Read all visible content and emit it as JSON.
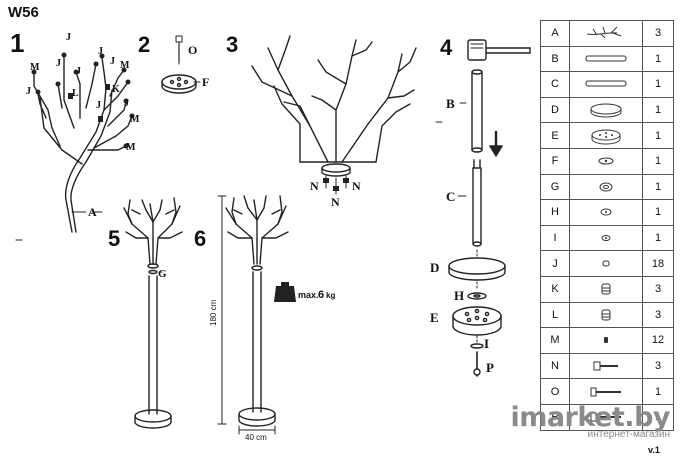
{
  "document": {
    "model": "W56",
    "version": "v.1"
  },
  "steps": [
    {
      "number": "1"
    },
    {
      "number": "2"
    },
    {
      "number": "3"
    },
    {
      "number": "4"
    },
    {
      "number": "5"
    },
    {
      "number": "6"
    }
  ],
  "callouts": {
    "step1": {
      "j": "J",
      "m": "M",
      "l": "L",
      "k": "K",
      "a": "A"
    },
    "step2": {
      "o": "O",
      "f": "F"
    },
    "step3": {
      "n": "N"
    },
    "step4": {
      "b": "B",
      "c": "C",
      "d": "D",
      "h": "H",
      "e": "E",
      "i": "I",
      "p": "P"
    },
    "step5": {
      "g": "G"
    }
  },
  "dimensions": {
    "height": "180 cm",
    "width": "40 cm",
    "max_load_prefix": "max.",
    "max_load_value": "6",
    "max_load_unit": "kg"
  },
  "parts": [
    {
      "letter": "A",
      "qty": "3",
      "icon": "branch-icon"
    },
    {
      "letter": "B",
      "qty": "1",
      "icon": "tube-icon"
    },
    {
      "letter": "C",
      "qty": "1",
      "icon": "tube-icon"
    },
    {
      "letter": "D",
      "qty": "1",
      "icon": "base-disc-icon"
    },
    {
      "letter": "E",
      "qty": "1",
      "icon": "hub-disc-icon"
    },
    {
      "letter": "F",
      "qty": "1",
      "icon": "cap-icon"
    },
    {
      "letter": "G",
      "qty": "1",
      "icon": "ring-icon"
    },
    {
      "letter": "H",
      "qty": "1",
      "icon": "washer-icon"
    },
    {
      "letter": "I",
      "qty": "1",
      "icon": "small-washer-icon"
    },
    {
      "letter": "J",
      "qty": "18",
      "icon": "end-cap-icon"
    },
    {
      "letter": "K",
      "qty": "3",
      "icon": "plug-icon"
    },
    {
      "letter": "L",
      "qty": "3",
      "icon": "plug-icon"
    },
    {
      "letter": "M",
      "qty": "12",
      "icon": "tiny-plug-icon"
    },
    {
      "letter": "N",
      "qty": "3",
      "icon": "screw-icon"
    },
    {
      "letter": "O",
      "qty": "1",
      "icon": "long-screw-icon"
    },
    {
      "letter": "P",
      "qty": "1",
      "icon": "long-screw-icon"
    }
  ],
  "watermark": {
    "brand": "imarket.by",
    "tagline": "интернет-магазин"
  }
}
